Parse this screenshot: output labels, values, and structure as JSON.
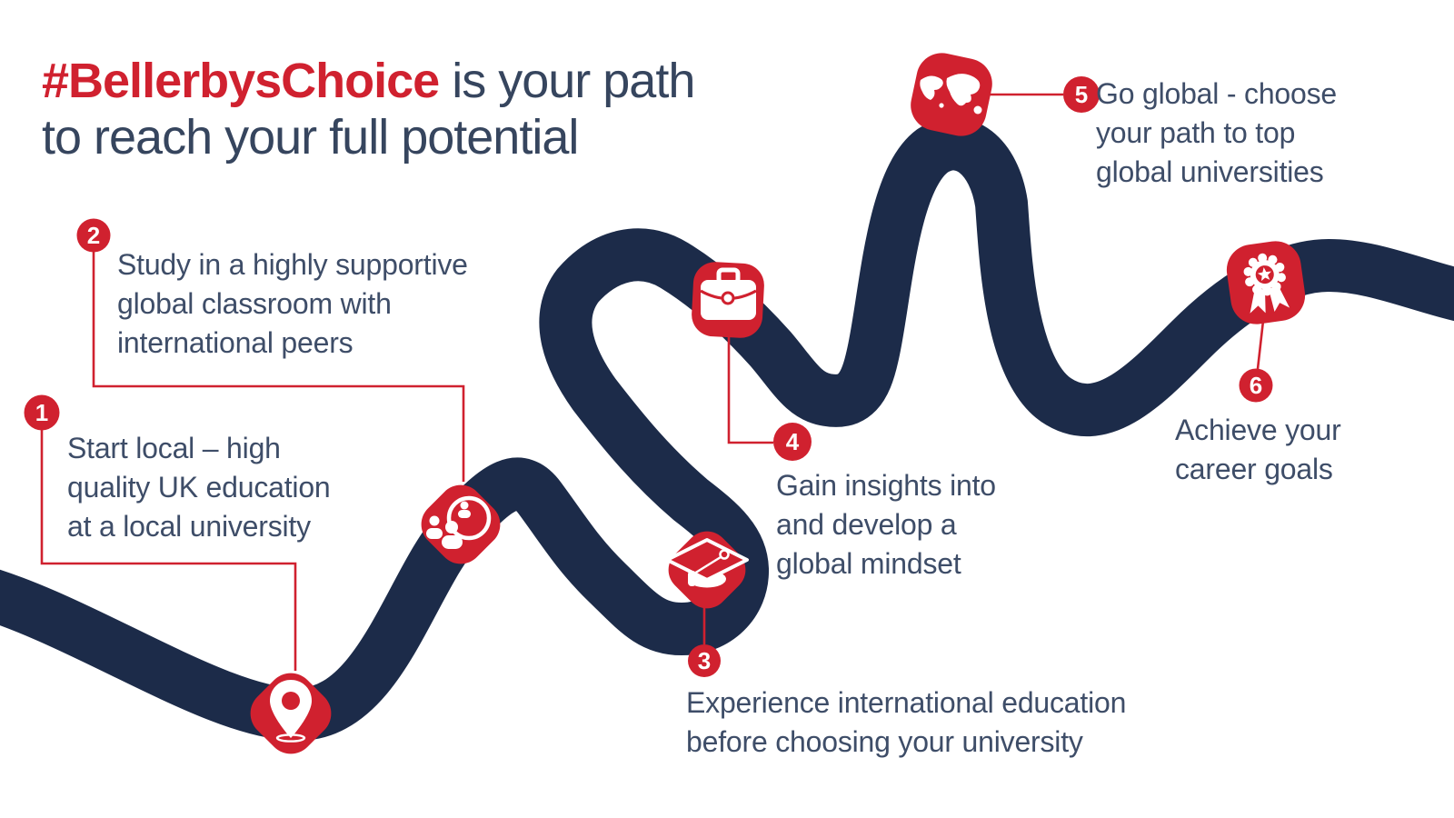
{
  "title": {
    "highlight": "#BellerbysChoice",
    "rest": " is your path",
    "line2": "to reach your full potential"
  },
  "colors": {
    "path_navy": "#1c2b49",
    "accent_red": "#d0212f",
    "body_text": "#3e4d68",
    "title_navy": "#36455e",
    "background": "#ffffff"
  },
  "steps": [
    {
      "number": "1",
      "icon": "location-pin-icon",
      "lines": [
        "Start local – high",
        "quality UK education",
        "at a local university"
      ]
    },
    {
      "number": "2",
      "icon": "global-classroom-people-icon",
      "lines": [
        "Study in a highly supportive",
        "global classroom with",
        "international peers"
      ]
    },
    {
      "number": "3",
      "icon": "graduation-cap-icon",
      "lines": [
        "Experience international education",
        "before choosing your university"
      ]
    },
    {
      "number": "4",
      "icon": "briefcase-icon",
      "lines": [
        "Gain insights into",
        "and develop a",
        "global mindset"
      ]
    },
    {
      "number": "5",
      "icon": "world-map-icon",
      "lines": [
        "Go global - choose",
        "your path to top",
        "global universities"
      ]
    },
    {
      "number": "6",
      "icon": "award-rosette-icon",
      "lines": [
        "Achieve your",
        "career goals"
      ]
    }
  ]
}
